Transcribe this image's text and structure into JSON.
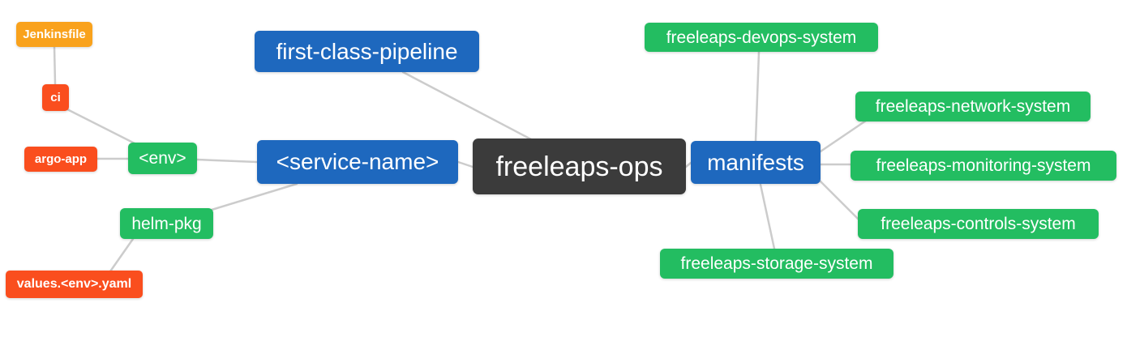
{
  "diagram": {
    "type": "mindmap",
    "root_label": "freeleaps-ops"
  },
  "colors": {
    "root_bg": "#3b3b3b",
    "branch_blue": "#1e68be",
    "leaf_green": "#23bd61",
    "accent_orange": "#f9a21c",
    "accent_red": "#fa4e1e",
    "edge_line": "#cccccc",
    "node_text": "#ffffff"
  },
  "nodes": {
    "freeleaps_ops": {
      "label": "freeleaps-ops"
    },
    "first_class_pipeline": {
      "label": "first-class-pipeline"
    },
    "service_name": {
      "label": "<service-name>"
    },
    "manifests": {
      "label": "manifests"
    },
    "env": {
      "label": "<env>"
    },
    "helm_pkg": {
      "label": "helm-pkg"
    },
    "ci": {
      "label": "ci"
    },
    "argo_app": {
      "label": "argo-app"
    },
    "jenkinsfile": {
      "label": "Jenkinsfile"
    },
    "values_yaml": {
      "label": "values.<env>.yaml"
    },
    "devops_system": {
      "label": "freeleaps-devops-system"
    },
    "network_system": {
      "label": "freeleaps-network-system"
    },
    "monitoring_system": {
      "label": "freeleaps-monitoring-system"
    },
    "controls_system": {
      "label": "freeleaps-controls-system"
    },
    "storage_system": {
      "label": "freeleaps-storage-system"
    }
  },
  "edges": [
    {
      "from": "jenkinsfile",
      "to": "ci"
    },
    {
      "from": "ci",
      "to": "env"
    },
    {
      "from": "argo_app",
      "to": "env"
    },
    {
      "from": "env",
      "to": "service_name"
    },
    {
      "from": "helm_pkg",
      "to": "service_name"
    },
    {
      "from": "values_yaml",
      "to": "helm_pkg"
    },
    {
      "from": "first_class_pipeline",
      "to": "freeleaps_ops"
    },
    {
      "from": "service_name",
      "to": "freeleaps_ops"
    },
    {
      "from": "freeleaps_ops",
      "to": "manifests"
    },
    {
      "from": "manifests",
      "to": "devops_system"
    },
    {
      "from": "manifests",
      "to": "network_system"
    },
    {
      "from": "manifests",
      "to": "monitoring_system"
    },
    {
      "from": "manifests",
      "to": "controls_system"
    },
    {
      "from": "manifests",
      "to": "storage_system"
    }
  ]
}
